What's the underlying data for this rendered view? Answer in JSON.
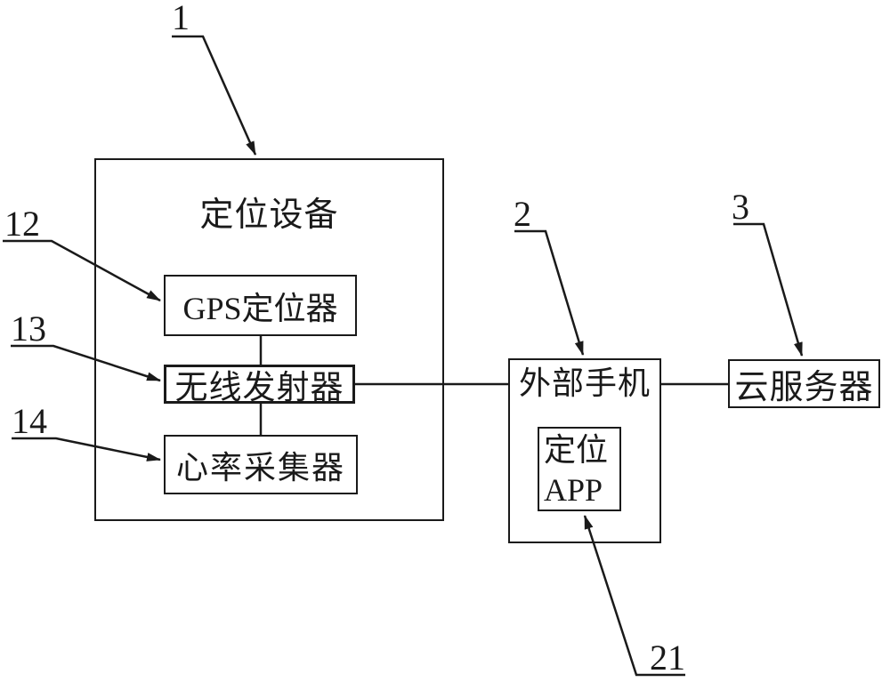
{
  "figure": {
    "background_color": "#ffffff",
    "line_color": "#1a1a1a",
    "device_box": {
      "title": "定位设备",
      "ref": "1",
      "children": [
        {
          "label": "GPS定位器",
          "ref": "12"
        },
        {
          "label": "无线发射器",
          "ref": "13"
        },
        {
          "label": "心率采集器",
          "ref": "14"
        }
      ]
    },
    "phone_box": {
      "title": "外部手机",
      "ref": "2",
      "app_box": {
        "line1": "定位",
        "line2": "APP",
        "ref": "21"
      }
    },
    "cloud_box": {
      "title": "云服务器",
      "ref": "3"
    }
  }
}
